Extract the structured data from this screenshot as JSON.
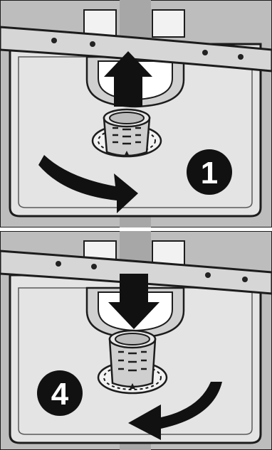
{
  "steps": [
    {
      "number": "1",
      "action": "counterclockwise-turn-then-lift"
    },
    {
      "number": "4",
      "action": "insert-then-clockwise-turn"
    }
  ],
  "colors": {
    "panel_bg": "#bdbdbd",
    "tub_floor": "#e6e6e6",
    "rail": "#dadada",
    "outline": "#1c1c1c",
    "arrow": "#111111",
    "badge": "#111111",
    "center_post": "#a7a7a7"
  },
  "icons": {
    "up_arrow": "up-arrow-icon",
    "down_arrow": "down-arrow-icon",
    "curved_arrow": "curved-arrow-icon",
    "filter": "filter-icon"
  }
}
